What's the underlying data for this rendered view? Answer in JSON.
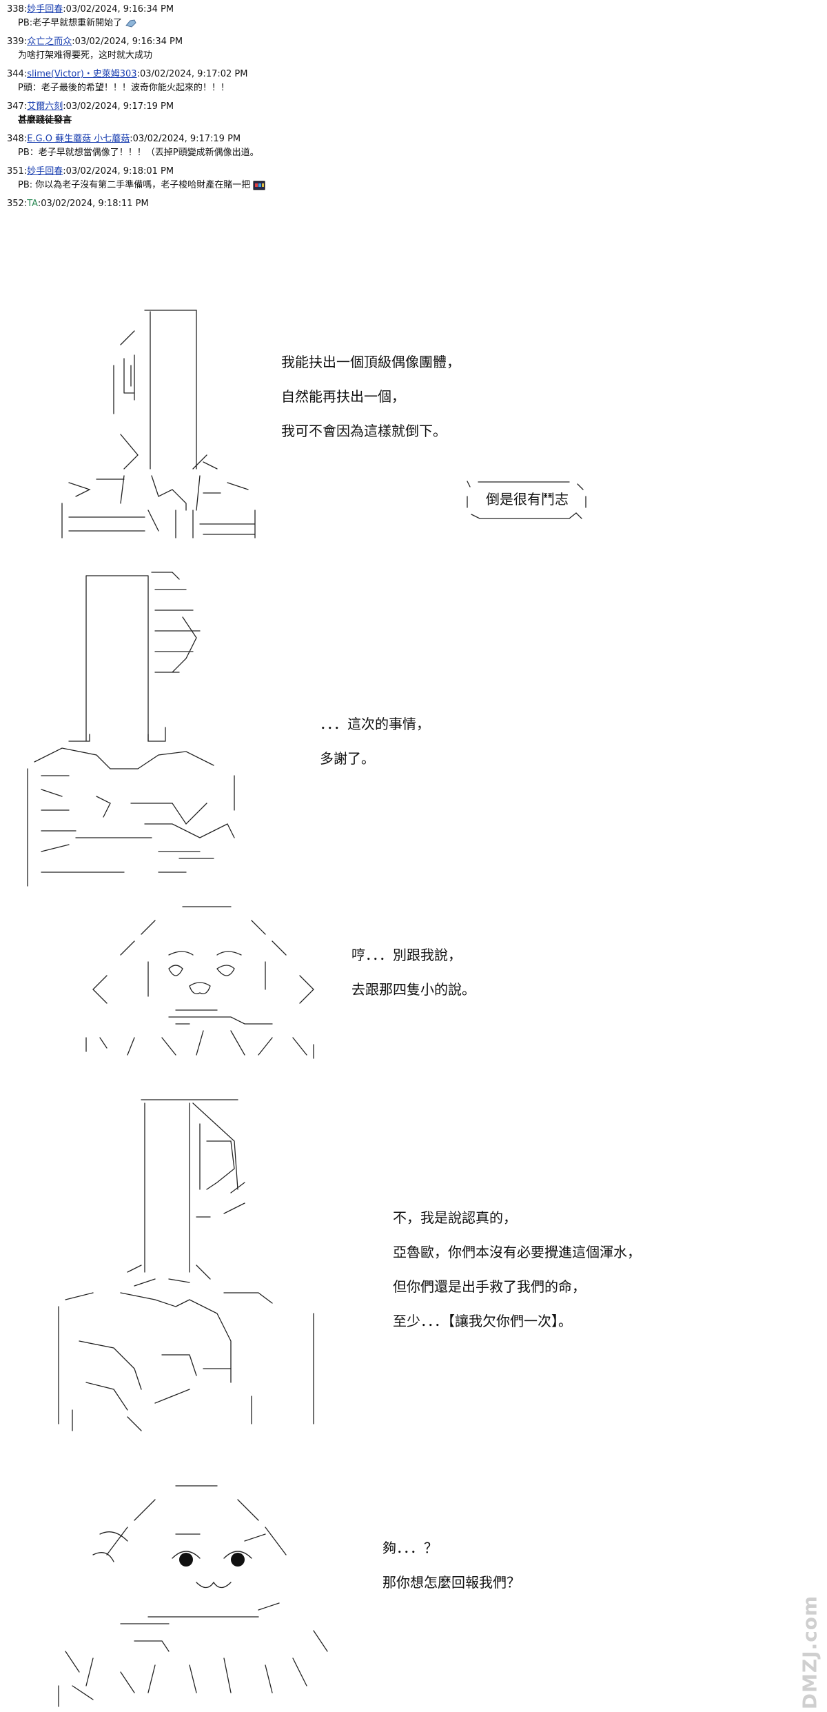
{
  "posts": [
    {
      "num": "338:",
      "author": "妙手回春",
      "datetime": ":03/02/2024, 9:16:34 PM",
      "body": "PB:老子早就想重新開始了",
      "emoji": "hand-emoji"
    },
    {
      "num": "339:",
      "author": "众亡之而众",
      "datetime": ":03/02/2024, 9:16:34 PM",
      "body": "为啥打架难得要死，这时就大成功"
    },
    {
      "num": "344:",
      "author": "slime(Victor)・史萊姆303",
      "datetime": ":03/02/2024, 9:17:02 PM",
      "body": "P頭：老子最後的希望！！！波奇你能火起來的！！！"
    },
    {
      "num": "347:",
      "author": "艾爾六刻",
      "datetime": ":03/02/2024, 9:17:19 PM",
      "body": "甚麼踐徒發言",
      "strike": true
    },
    {
      "num": "348:",
      "author": "E.G.O 蘇生蘑菇 小七蘑菇",
      "datetime": ":03/02/2024, 9:17:19 PM",
      "body": "PB：老子早就想當偶像了！！！（丟掉P頭變成新偶像出道。"
    },
    {
      "num": "351:",
      "author": "妙手回春",
      "datetime": ":03/02/2024, 9:18:01 PM",
      "body": "PB: 你以為老子沒有第二手準備嗎，老子梭哈財產在賭一把",
      "emoji": "slot-emoji"
    },
    {
      "num": "352:",
      "author": "TA",
      "datetime": ":03/02/2024, 9:18:11 PM",
      "author_green": true
    }
  ],
  "panels": [
    {
      "lines": [
        "我能扶出一個頂級偶像團體，",
        "自然能再扶出一個，",
        "我可不會因為這樣就倒下。"
      ]
    },
    {
      "lines": [
        "．．．這次的事情，",
        "多謝了。"
      ]
    },
    {
      "lines": [
        "哼．．．別跟我說，",
        "去跟那四隻小的說。"
      ]
    },
    {
      "lines": [
        "不，我是說認真的，",
        "亞魯歐，你們本沒有必要攪進這個渾水，",
        "但你們還是出手救了我們的命，",
        "至少．．．【讓我欠你們一次】。"
      ]
    },
    {
      "lines": [
        "夠．．．？",
        "那你想怎麼回報我們？"
      ]
    }
  ],
  "bubble": {
    "text": "倒是很有鬥志"
  },
  "watermark": {
    "text": "DMZJ.com"
  }
}
